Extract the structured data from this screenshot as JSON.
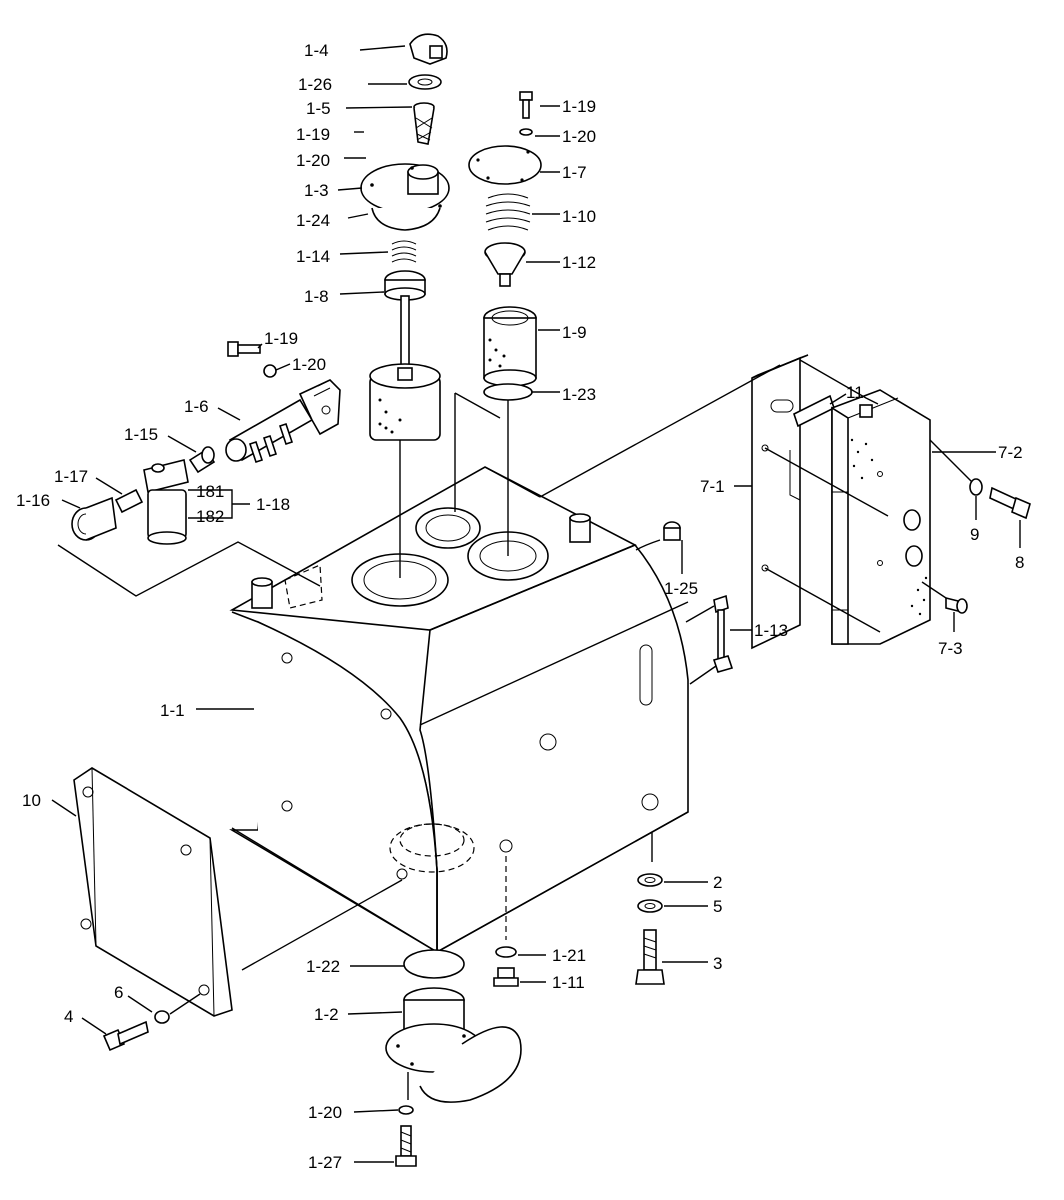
{
  "labels": {
    "l1_4": "1-4",
    "l1_26": "1-26",
    "l1_5": "1-5",
    "l1_19a": "1-19",
    "l1_20a": "1-20",
    "l1_3": "1-3",
    "l1_24": "1-24",
    "l1_14": "1-14",
    "l1_8": "1-8",
    "l1_19b": "1-19",
    "l1_20b": "1-20",
    "l1_7": "1-7",
    "l1_10": "1-10",
    "l1_12": "1-12",
    "l1_9": "1-9",
    "l1_23": "1-23",
    "l1_19c": "1-19",
    "l1_20c": "1-20",
    "l1_6": "1-6",
    "l1_15": "1-15",
    "l1_17": "1-17",
    "l1_16": "1-16",
    "l181": "181",
    "l182": "182",
    "l1_18": "1-18",
    "l11": "11",
    "l7_2": "7-2",
    "l7_1": "7-1",
    "l9": "9",
    "l8": "8",
    "l7_3": "7-3",
    "l1_25": "1-25",
    "l1_13": "1-13",
    "l1_1": "1-1",
    "l10": "10",
    "l2": "2",
    "l5": "5",
    "l3": "3",
    "l1_21": "1-21",
    "l1_11": "1-11",
    "l1_22": "1-22",
    "l6": "6",
    "l4": "4",
    "l1_2": "1-2",
    "l1_20d": "1-20",
    "l1_27": "1-27"
  }
}
